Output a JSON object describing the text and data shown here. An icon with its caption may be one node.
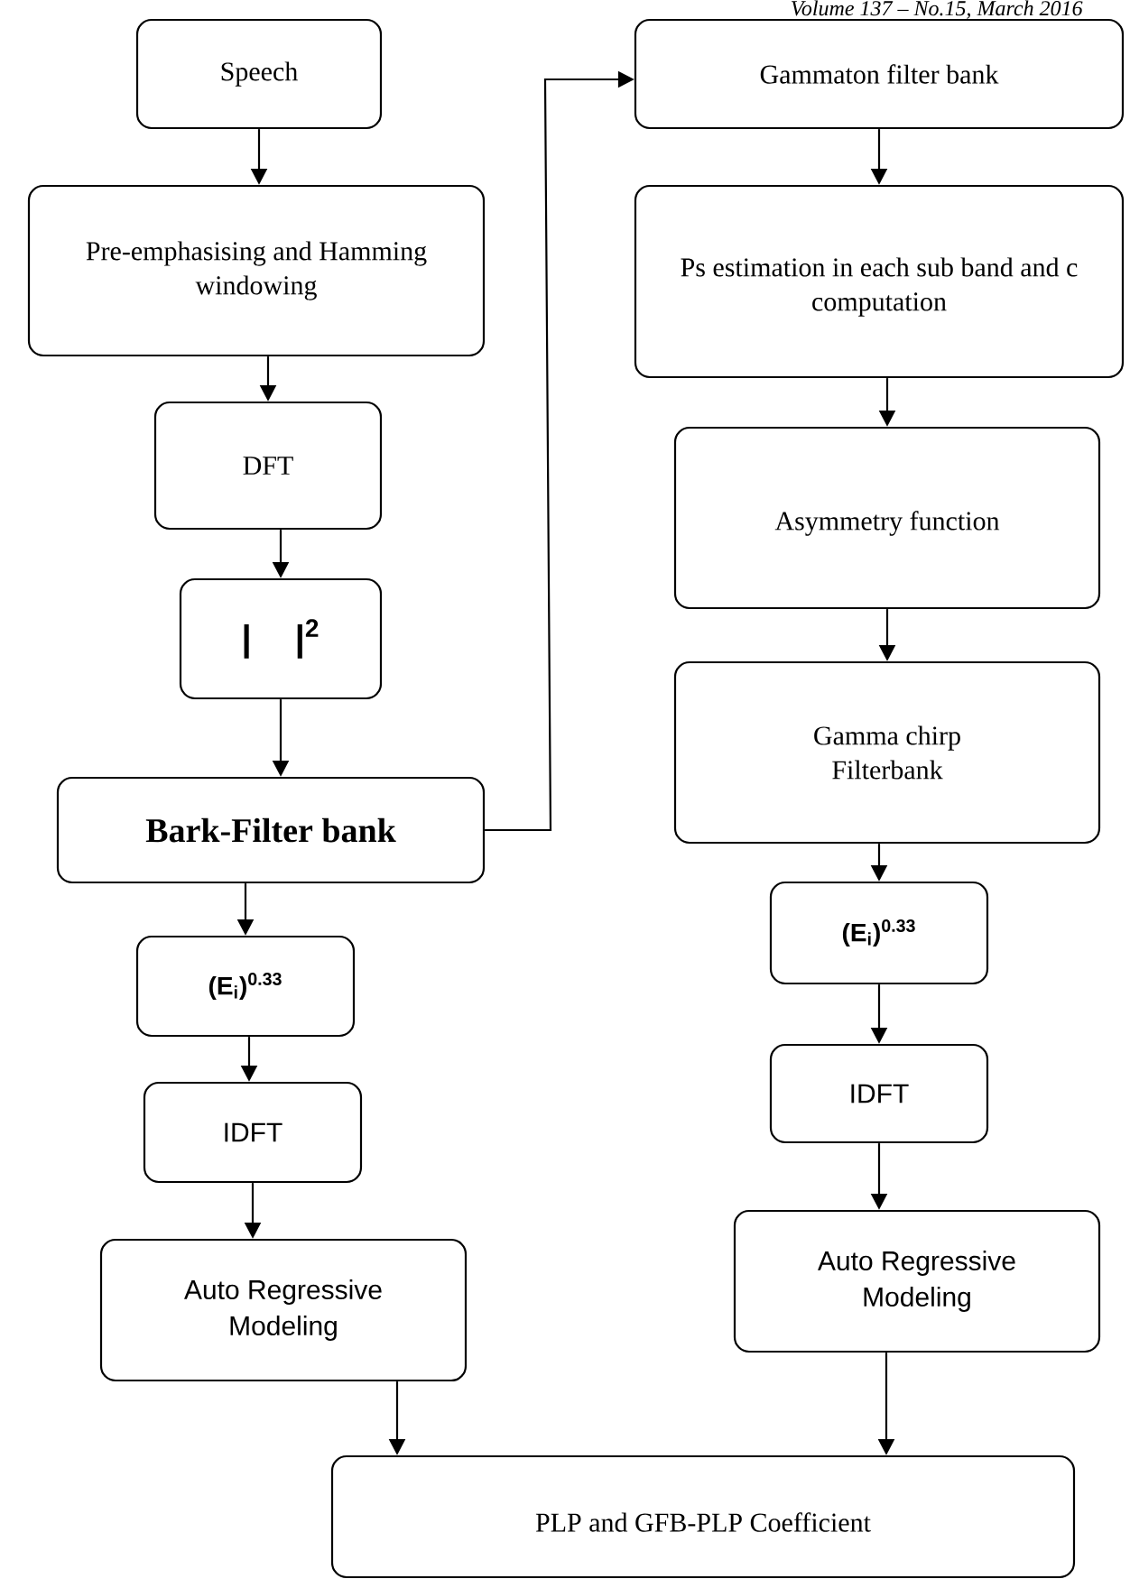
{
  "diagram": {
    "nodes": [
      {
        "text": [
          "Speech"
        ]
      },
      {
        "text": [
          "Pre-emphasising and Hamming windowing"
        ]
      },
      {
        "text": [
          "DFT"
        ]
      },
      {
        "text": [
          "| |$^{2}$"
        ]
      },
      {
        "text": [
          "Bark-Filter bank"
        ]
      },
      {
        "text": [
          "(E$_{i}$)$^{0.33}$"
        ]
      },
      {
        "text": [
          "IDFT"
        ]
      },
      {
        "text": [
          "Auto Regressive Modeling"
        ]
      },
      {
        "text": [
          "Gammaton filter bank"
        ]
      },
      {
        "text": [
          "Ps estimation in each sub band and c computation"
        ]
      },
      {
        "text": [
          "Asymmetry function"
        ]
      },
      {
        "text": [
          "Gamma chirp Filterbank"
        ]
      },
      {
        "text": [
          "(E$_{i}$)$^{0.33}$"
        ]
      },
      {
        "text": [
          "IDFT"
        ]
      },
      {
        "text": [
          "Auto Regressive Modeling"
        ]
      },
      {
        "text": [
          "PLP and GFB-PLP Coefficient"
        ]
      }
    ],
    "edges": [
      {
        "from": 0,
        "to": 1,
        "arrow": "to"
      },
      {
        "from": 1,
        "to": 2,
        "arrow": "to"
      },
      {
        "from": 2,
        "to": 3,
        "arrow": "to"
      },
      {
        "from": 3,
        "to": 4,
        "arrow": "to"
      },
      {
        "from": 4,
        "to": 5,
        "arrow": "to"
      },
      {
        "from": 5,
        "to": 6,
        "arrow": "to"
      },
      {
        "from": 6,
        "to": 7,
        "arrow": "to"
      },
      {
        "from": 7,
        "to": 15,
        "arrow": "to"
      },
      {
        "from": 4,
        "to": 8,
        "arrow": "to"
      },
      {
        "from": 8,
        "to": 9,
        "arrow": "to"
      },
      {
        "from": 9,
        "to": 10,
        "arrow": "to"
      },
      {
        "from": 10,
        "to": 11,
        "arrow": "to"
      },
      {
        "from": 11,
        "to": 12,
        "arrow": "to"
      },
      {
        "from": 12,
        "to": 13,
        "arrow": "to"
      },
      {
        "from": 13,
        "to": 14,
        "arrow": "to"
      },
      {
        "from": 14,
        "to": 15,
        "arrow": "to"
      }
    ],
    "labels": [
      "Volume 137 – No.15, March 2016"
    ]
  }
}
